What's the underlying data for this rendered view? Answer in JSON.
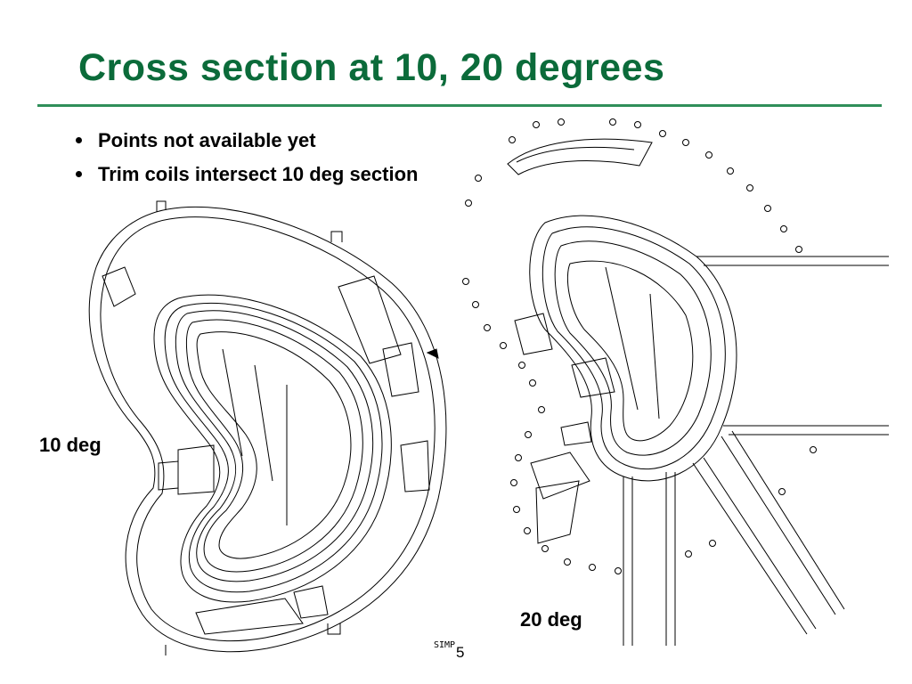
{
  "slide": {
    "title": "Cross section at 10, 20 degrees",
    "bullets": [
      "Points not available yet",
      "Trim coils intersect 10 deg section"
    ],
    "diagram_labels": {
      "left": "10 deg",
      "right": "20 deg"
    },
    "footer_code": "SIMP",
    "page_number": "5"
  }
}
